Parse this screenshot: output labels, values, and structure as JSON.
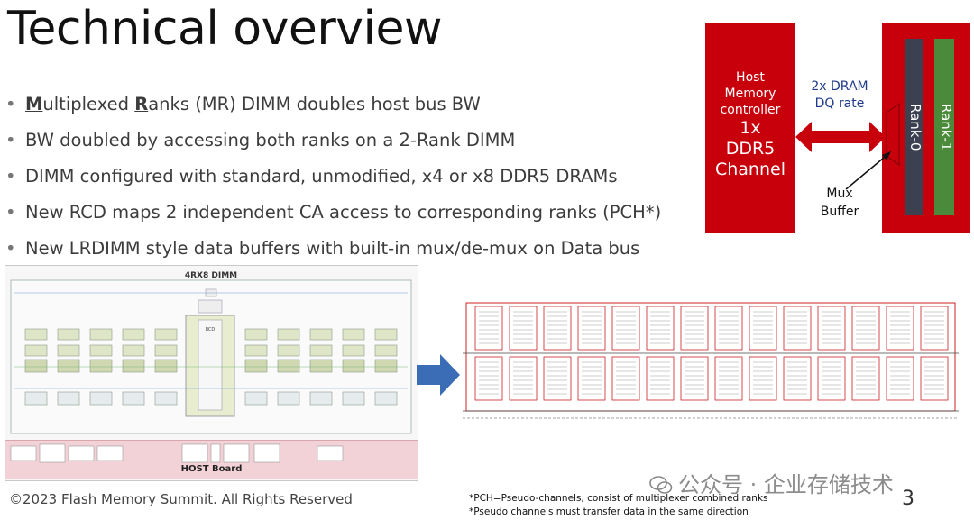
{
  "slide": {
    "title": "Technical overview",
    "bullets": [
      {
        "parts": [
          {
            "t": "M",
            "u": true
          },
          {
            "t": "ultiplexed "
          },
          {
            "t": "R",
            "u": true
          },
          {
            "t": "anks (MR) DIMM doubles host bus BW"
          }
        ]
      },
      {
        "parts": [
          {
            "t": "BW doubled by accessing both ranks on a 2-Rank DIMM"
          }
        ]
      },
      {
        "parts": [
          {
            "t": "DIMM configured with standard, unmodified, x4 or x8 DDR5 DRAMs"
          }
        ]
      },
      {
        "parts": [
          {
            "t": "New RCD maps 2 independent CA access to corresponding ranks (PCH*)"
          }
        ]
      },
      {
        "parts": [
          {
            "t": "New LRDIMM style data buffers with built-in mux/de-mux on Data bus"
          }
        ]
      }
    ],
    "bullet_symbol": "•",
    "footer": "©2023 Flash Memory Summit. All Rights Reserved",
    "page_number": "3",
    "footnotes": [
      "*PCH=Pseudo-channels, consist of multiplexer combined ranks",
      "*Pseudo channels must transfer data in the same direction"
    ],
    "watermark": "公众号 · 企业存储技术"
  },
  "diagram": {
    "host_line1": "Host",
    "host_line2": "Memory",
    "host_line3": "controller",
    "host_big1": "1x",
    "host_big2": "DDR5",
    "host_big3": "Channel",
    "dq_line1": "2x DRAM",
    "dq_line2": "DQ rate",
    "rank0": "Rank-0",
    "rank1": "Rank-1",
    "mux_line1": "Mux",
    "mux_line2": "Buffer",
    "colors": {
      "red": "#c8000b",
      "rank0": "#3b4150",
      "rank1": "#4a8a3a",
      "dq_text": "#1f3a8a"
    }
  },
  "schematic": {
    "title": "4RX8 DIMM",
    "host_board": "HOST Board",
    "rcd_label": "RCD"
  }
}
